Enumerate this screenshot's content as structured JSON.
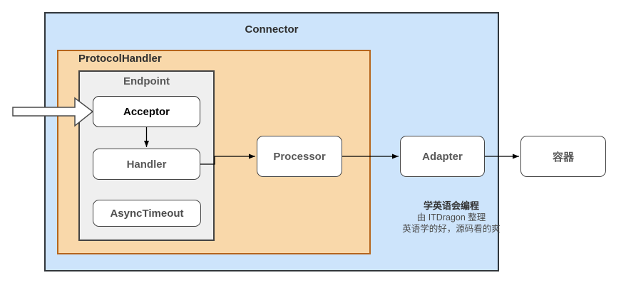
{
  "diagram": {
    "groups": {
      "connector": {
        "label": "Connector"
      },
      "protocol_handler": {
        "label": "ProtocolHandler"
      },
      "endpoint": {
        "label": "Endpoint"
      }
    },
    "nodes": {
      "acceptor": {
        "label": "Acceptor"
      },
      "handler": {
        "label": "Handler"
      },
      "async_timeout": {
        "label": "AsyncTimeout"
      },
      "processor": {
        "label": "Processor"
      },
      "adapter": {
        "label": "Adapter"
      },
      "container": {
        "label": "容器"
      }
    },
    "credit": {
      "line1": "学英语会编程",
      "line2": "由 ITDragon 整理",
      "line3": "英语学的好，源码看的爽"
    },
    "icons": {
      "inbound_arrow": "block-arrow-right-icon",
      "flow_arrowhead": "solid-triangle-arrowhead"
    },
    "colors": {
      "connector_fill": "#cde4fb",
      "connector_border": "#31363b",
      "protocol_fill": "#f9d8aa",
      "protocol_border": "#b5651d",
      "endpoint_fill": "#efefef",
      "endpoint_border": "#434343",
      "node_fill": "#ffffff",
      "node_border": "#454545",
      "node_text": "#595959",
      "acceptor_text": "#000000",
      "arrow": "#000000"
    }
  }
}
